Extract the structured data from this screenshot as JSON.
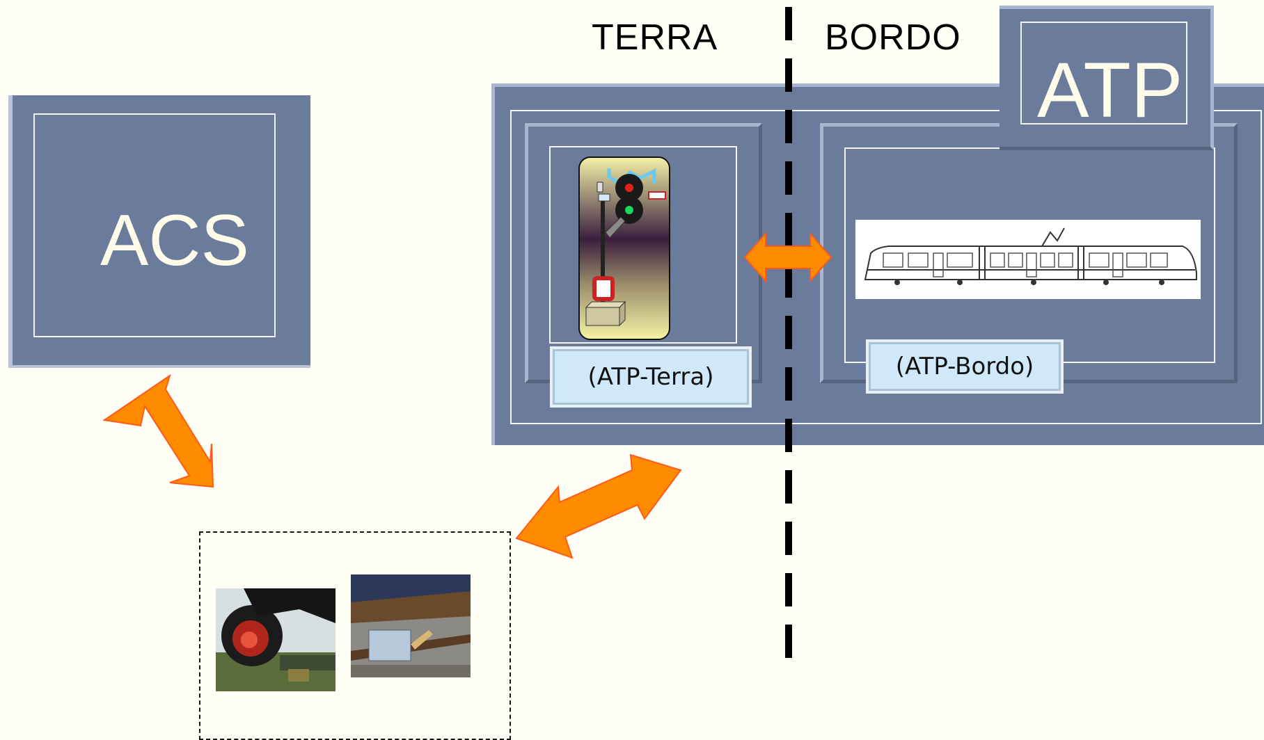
{
  "sides": {
    "left_label": "TERRA",
    "right_label": "BORDO"
  },
  "atp_box": {
    "label": "ATP"
  },
  "acs_box": {
    "label": "ACS"
  },
  "ground_unit": {
    "label": "(ATP-Terra)",
    "icon": "signal-icon"
  },
  "onboard_unit": {
    "label": "(ATP-Bordo)",
    "icon": "tram-icon"
  },
  "field_devices": {
    "items": [
      "level-crossing-photo",
      "balise-on-track-photo"
    ]
  },
  "colors": {
    "background": "#fffff6",
    "box_fill": "#6b7b9c",
    "arrow_fill": "#ff8c00",
    "tag_fill": "#cfe9fb"
  }
}
